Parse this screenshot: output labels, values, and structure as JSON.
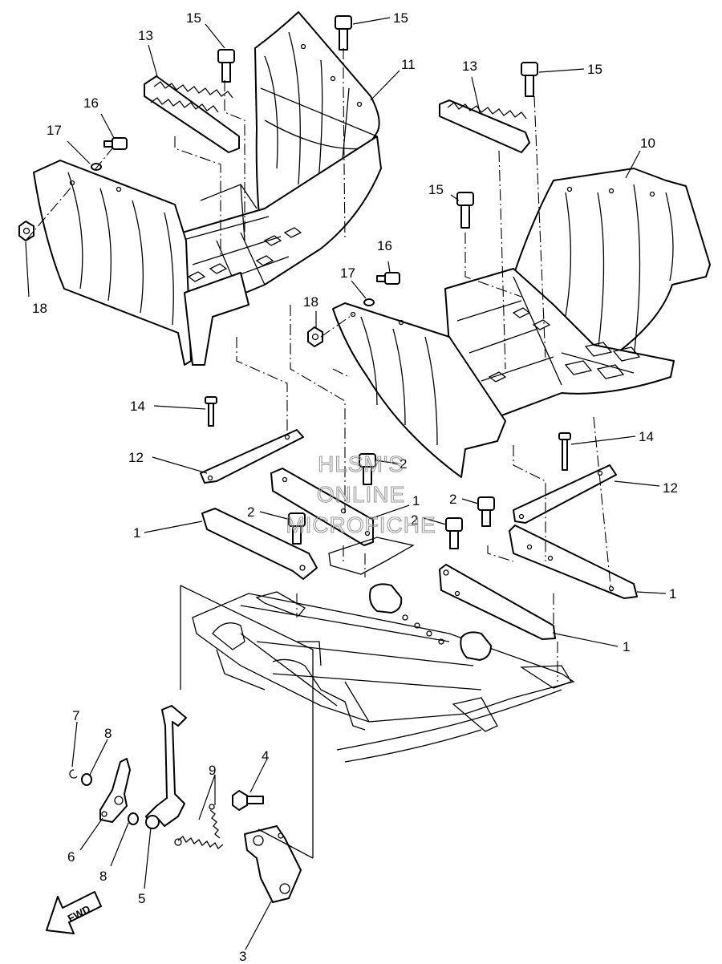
{
  "watermark": {
    "line1": "HLSM'S",
    "line2": "ONLINE",
    "line3": "MICROFICHE",
    "color": "#9a9a9a"
  },
  "direction_arrow": {
    "label": "FWD"
  },
  "callouts": [
    {
      "id": "c15a",
      "text": "15"
    },
    {
      "id": "c15b",
      "text": "15"
    },
    {
      "id": "c15c",
      "text": "15"
    },
    {
      "id": "c15d",
      "text": "15"
    },
    {
      "id": "c13a",
      "text": "13"
    },
    {
      "id": "c13b",
      "text": "13"
    },
    {
      "id": "c11",
      "text": "11"
    },
    {
      "id": "c10",
      "text": "10"
    },
    {
      "id": "c16a",
      "text": "16"
    },
    {
      "id": "c16b",
      "text": "16"
    },
    {
      "id": "c17a",
      "text": "17"
    },
    {
      "id": "c17b",
      "text": "17"
    },
    {
      "id": "c18a",
      "text": "18"
    },
    {
      "id": "c18b",
      "text": "18"
    },
    {
      "id": "c14a",
      "text": "14"
    },
    {
      "id": "c14b",
      "text": "14"
    },
    {
      "id": "c12a",
      "text": "12"
    },
    {
      "id": "c12b",
      "text": "12"
    },
    {
      "id": "c2a",
      "text": "2"
    },
    {
      "id": "c2b",
      "text": "2"
    },
    {
      "id": "c2c",
      "text": "2"
    },
    {
      "id": "c2d",
      "text": "2"
    },
    {
      "id": "c1a",
      "text": "1"
    },
    {
      "id": "c1b",
      "text": "1"
    },
    {
      "id": "c1c",
      "text": "1"
    },
    {
      "id": "c1d",
      "text": "1"
    },
    {
      "id": "c7",
      "text": "7"
    },
    {
      "id": "c8a",
      "text": "8"
    },
    {
      "id": "c8b",
      "text": "8"
    },
    {
      "id": "c9",
      "text": "9"
    },
    {
      "id": "c4",
      "text": "4"
    },
    {
      "id": "c6",
      "text": "6"
    },
    {
      "id": "c5",
      "text": "5"
    },
    {
      "id": "c3",
      "text": "3"
    }
  ]
}
